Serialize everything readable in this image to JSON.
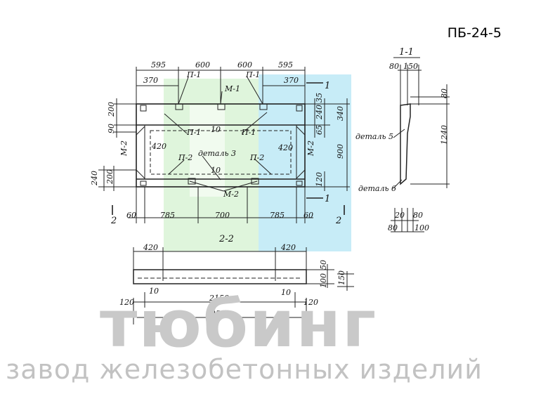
{
  "header": {
    "code": "ПБ-24-5"
  },
  "watermark": {
    "brand": "тюбинг",
    "subtitle": "завод железобетонных изделий"
  },
  "colors": {
    "green": "#dff5dc",
    "blue": "#c7ecf7",
    "line": "#222222",
    "watermark": "#c9c9c9"
  },
  "plan": {
    "dims_top": [
      "595",
      "600",
      "600",
      "595"
    ],
    "dims_370": [
      "370",
      "370"
    ],
    "dims_left": [
      "200",
      "90",
      "240",
      "200"
    ],
    "dims_right": [
      "35",
      "240",
      "65",
      "340",
      "900",
      "120"
    ],
    "dims_bottom": [
      "60",
      "785",
      "700",
      "785",
      "60"
    ],
    "dims_420": [
      "420",
      "420"
    ],
    "dims_10": [
      "10",
      "10"
    ],
    "labels": {
      "p1_a": "П-1",
      "p1_b": "П-1",
      "m1": "М-1",
      "p1_c": "П-1",
      "p1_d": "П-1",
      "p2_a": "П-2",
      "p2_b": "П-2",
      "detail3": "деталь 3",
      "m2_left": "М-2",
      "m2_right": "М-2",
      "m2_bottom": "М-2"
    },
    "cut_marks": {
      "one_top": "1",
      "one_bottom": "1",
      "two_left": "2",
      "two_right": "2"
    }
  },
  "section_11": {
    "title": "1-1",
    "dims_top": [
      "80",
      "150"
    ],
    "dims_side": [
      "80",
      "1240"
    ],
    "dims_bottom": [
      "20",
      "80",
      "80",
      "100"
    ],
    "detail5": "деталь 5",
    "detail6": "деталь 6"
  },
  "section_22": {
    "title": "2-2",
    "dims_top": [
      "420",
      "420"
    ],
    "dims_side": [
      "50",
      "100",
      "150"
    ],
    "dims_10": [
      "10",
      "10"
    ],
    "dims_bottom": [
      "120",
      "2150",
      "120"
    ],
    "total": "2390"
  }
}
